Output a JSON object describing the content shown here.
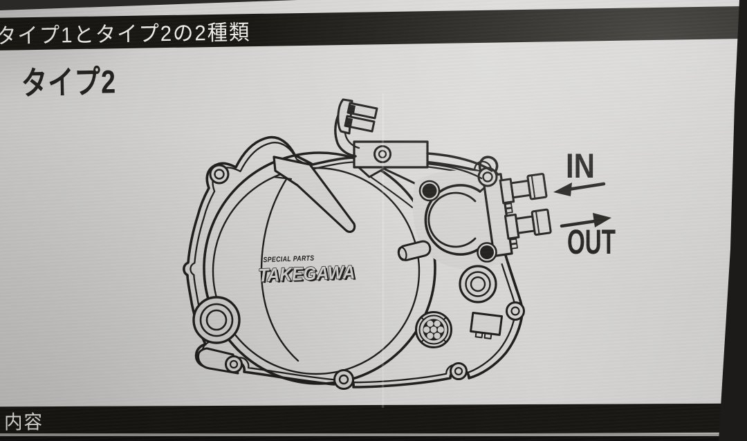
{
  "document": {
    "header_banner": {
      "text": "タイプ1とタイプ2の2種類"
    },
    "section_title": "タイプ2",
    "footer_banner": {
      "text": "内容"
    }
  },
  "diagram": {
    "brand": {
      "tagline": "SPECIAL PARTS",
      "name": "TAKEGAWA"
    },
    "port_labels": {
      "inlet": "IN",
      "outlet": "OUT"
    }
  },
  "colors": {
    "paper": "#d4d3d1",
    "ink": "#201f1c",
    "banner_background": "#181713",
    "banner_text": "#efeeea"
  }
}
